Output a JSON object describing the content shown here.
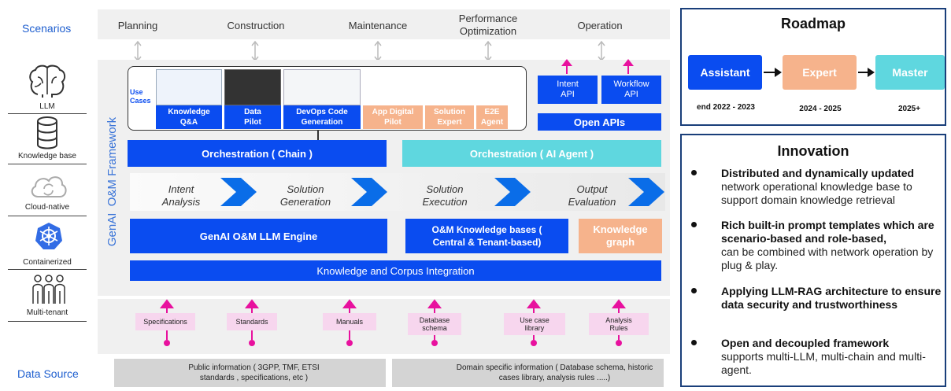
{
  "side": {
    "scenarios": "Scenarios",
    "data_source": "Data Source",
    "items": [
      {
        "label": "LLM",
        "icon": "brain-icon"
      },
      {
        "label": "Knowledge base",
        "icon": "database-icon"
      },
      {
        "label": "Cloud-native",
        "icon": "cloud-icon"
      },
      {
        "label": "Containerized",
        "icon": "kubernetes-icon"
      },
      {
        "label": "Multi-tenant",
        "icon": "users-icon"
      }
    ]
  },
  "scenarios": [
    "Planning",
    "Construction",
    "Maintenance",
    "Performance Optimization",
    "Operation"
  ],
  "framework_label": "GenAI  O&M Framework",
  "use_cases": {
    "label": "Use Cases",
    "items": [
      {
        "label": "Knowledge Q&A",
        "style": "blue"
      },
      {
        "label": "Data Pilot",
        "style": "blue"
      },
      {
        "label": "DevOps Code Generation",
        "style": "blue"
      },
      {
        "label": "App Digital Pilot",
        "style": "orange"
      },
      {
        "label": "Solution Expert",
        "style": "orange"
      },
      {
        "label": "E2E Agent",
        "style": "orange"
      }
    ]
  },
  "apis": {
    "intent": "Intent API",
    "workflow": "Workflow API",
    "open": "Open APIs"
  },
  "orchestration_chain": "Orchestration ( Chain )",
  "orchestration_agent": "Orchestration ( AI Agent )",
  "stages": [
    "Intent Analysis",
    "Solution Generation",
    "Solution Execution",
    "Output Evaluation"
  ],
  "engine": "GenAI O&M LLM Engine",
  "knowledge_bases": "O&M Knowledge bases ( Central & Tenant-based)",
  "knowledge_graph": "Knowledge graph",
  "corpus": "Knowledge and Corpus Integration",
  "sources": [
    "Specifications",
    "Standards",
    "Manuals",
    "Database schema",
    "Use case library",
    "Analysis Rules"
  ],
  "public_info": "Public information ( 3GPP, TMF, ETSI standards , specifications, etc )",
  "domain_info": "Domain specific  information ( Database schema, historic cases library, analysis rules .....)",
  "roadmap": {
    "title": "Roadmap",
    "steps": [
      {
        "label": "Assistant",
        "period": "end 2022 - 2023",
        "color": "#0a4cf0"
      },
      {
        "label": "Expert",
        "period": "2024 - 2025",
        "color": "#f6b38c"
      },
      {
        "label": "Master",
        "period": "2025+",
        "color": "#5fd7df"
      }
    ]
  },
  "innovation": {
    "title": "Innovation",
    "bullets": [
      {
        "bold": "Distributed and dynamically updated",
        "text": "network operational knowledge base to support domain knowledge retrieval"
      },
      {
        "bold": "Rich built-in prompt templates which are scenario-based and role-based,",
        "text": "can be combined with network operation  by plug & play."
      },
      {
        "bold": "Applying LLM-RAG architecture to ensure data security and trustworthiness",
        "text": ""
      },
      {
        "bold": "Open and decoupled framework",
        "text": "supports multi-LLM, multi-chain and multi-agent."
      }
    ]
  },
  "colors": {
    "blue": "#0a4cf0",
    "orange": "#f6b38c",
    "cyan": "#5fd7df",
    "pink": "#e8119e",
    "grey": "#f0f0f0"
  }
}
